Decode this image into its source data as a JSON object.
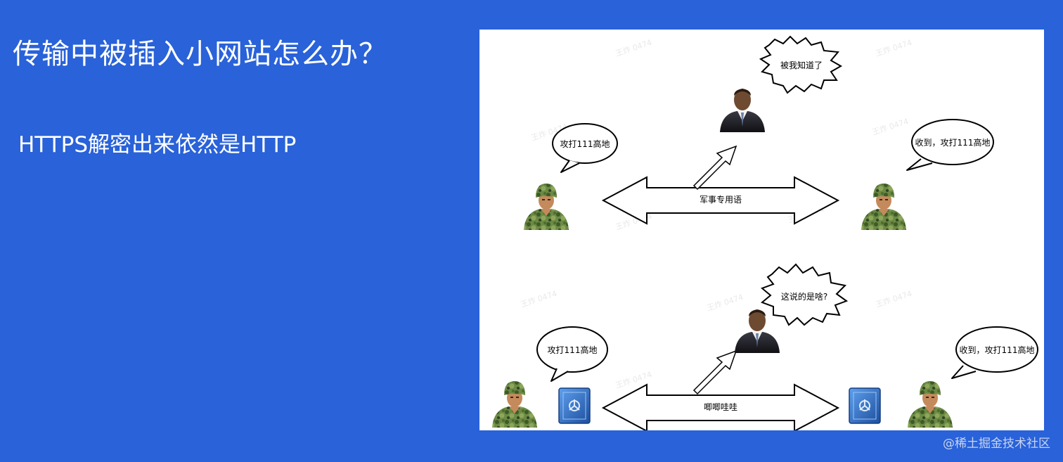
{
  "slide": {
    "title": "传输中被插入小网站怎么办？",
    "bullet": "HTTPS解密出来依然是HTTP",
    "watermark": "@稀土掘金技术社区"
  },
  "diagram": {
    "top": {
      "left_speech": "攻打111高地",
      "right_speech": "收到，攻打111高地",
      "eavesdropper_thought": "被我知道了",
      "channel_label": "军事专用语"
    },
    "bottom": {
      "left_speech": "攻打111高地",
      "right_speech": "收到，攻打111高地",
      "eavesdropper_thought": "这说的是啥?",
      "channel_label": "唧唧哇哇"
    },
    "faint_marks": [
      "王炸 0474",
      "王炸 0474",
      "王炸 0474",
      "王炸 0474",
      "王炸 0474",
      "王炸 0474",
      "王炸 0474",
      "王炸 0474",
      "王炸 0474",
      "王炸 0474"
    ]
  },
  "colors": {
    "slide_background": "#2962d9",
    "text": "#ffffff",
    "soldier_camo": "#5d7a3a",
    "suit": "#1e1e24",
    "safe_blue": "#2f6fc9"
  }
}
